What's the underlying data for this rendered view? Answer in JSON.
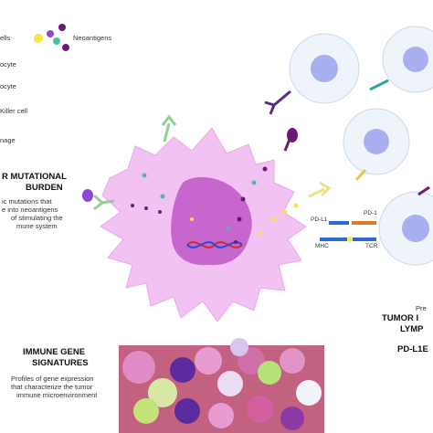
{
  "legend": {
    "items": [
      {
        "label": "ells",
        "icon": "two-dots-icon"
      },
      {
        "label": "Neoantigens",
        "icon": "neoantigen-dots-icon"
      },
      {
        "label": "ocyte",
        "icon": "leaf-icon"
      },
      {
        "label": "ocyte",
        "icon": "leaf-icon"
      },
      {
        "label": "Killer cell",
        "icon": "leaf-icon"
      },
      {
        "label": "nage",
        "icon": "leaf-icon"
      }
    ]
  },
  "tmb": {
    "title_line1": "R MUTATIONAL",
    "title_line2": "BURDEN",
    "desc_line1": "ic mutations that",
    "desc_line2": "e into neoantigens",
    "desc_line3": "of stimulating the",
    "desc_line4": "mune system"
  },
  "receptors": {
    "pdl1": "PD-L1",
    "pd1": "PD-1",
    "mhc": "MHC",
    "tcr": "TCR"
  },
  "pdl1_panel": {
    "pre": "Pre",
    "title_line1": "TUMOR I",
    "title_line2": "LYMP",
    "title_line3": "PD-L1E"
  },
  "immune_gene": {
    "title_line1": "IMMUNE GENE",
    "title_line2": "SIGNATURES",
    "desc_line1": "Profiles of gene expression",
    "desc_line2": "that characterize the tumor",
    "desc_line3": "immune microenvironment"
  },
  "colors": {
    "tumor_cell": "#f2bff2",
    "nucleus": "#c963cf",
    "lymphocyte_nucleus": "#a9aef0",
    "lymphocyte_fill": "#eef4fa",
    "neoantigen_yellow": "#f5e642",
    "neoantigen_teal": "#4bbfa6",
    "neoantigen_purple": "#6c1b74"
  }
}
